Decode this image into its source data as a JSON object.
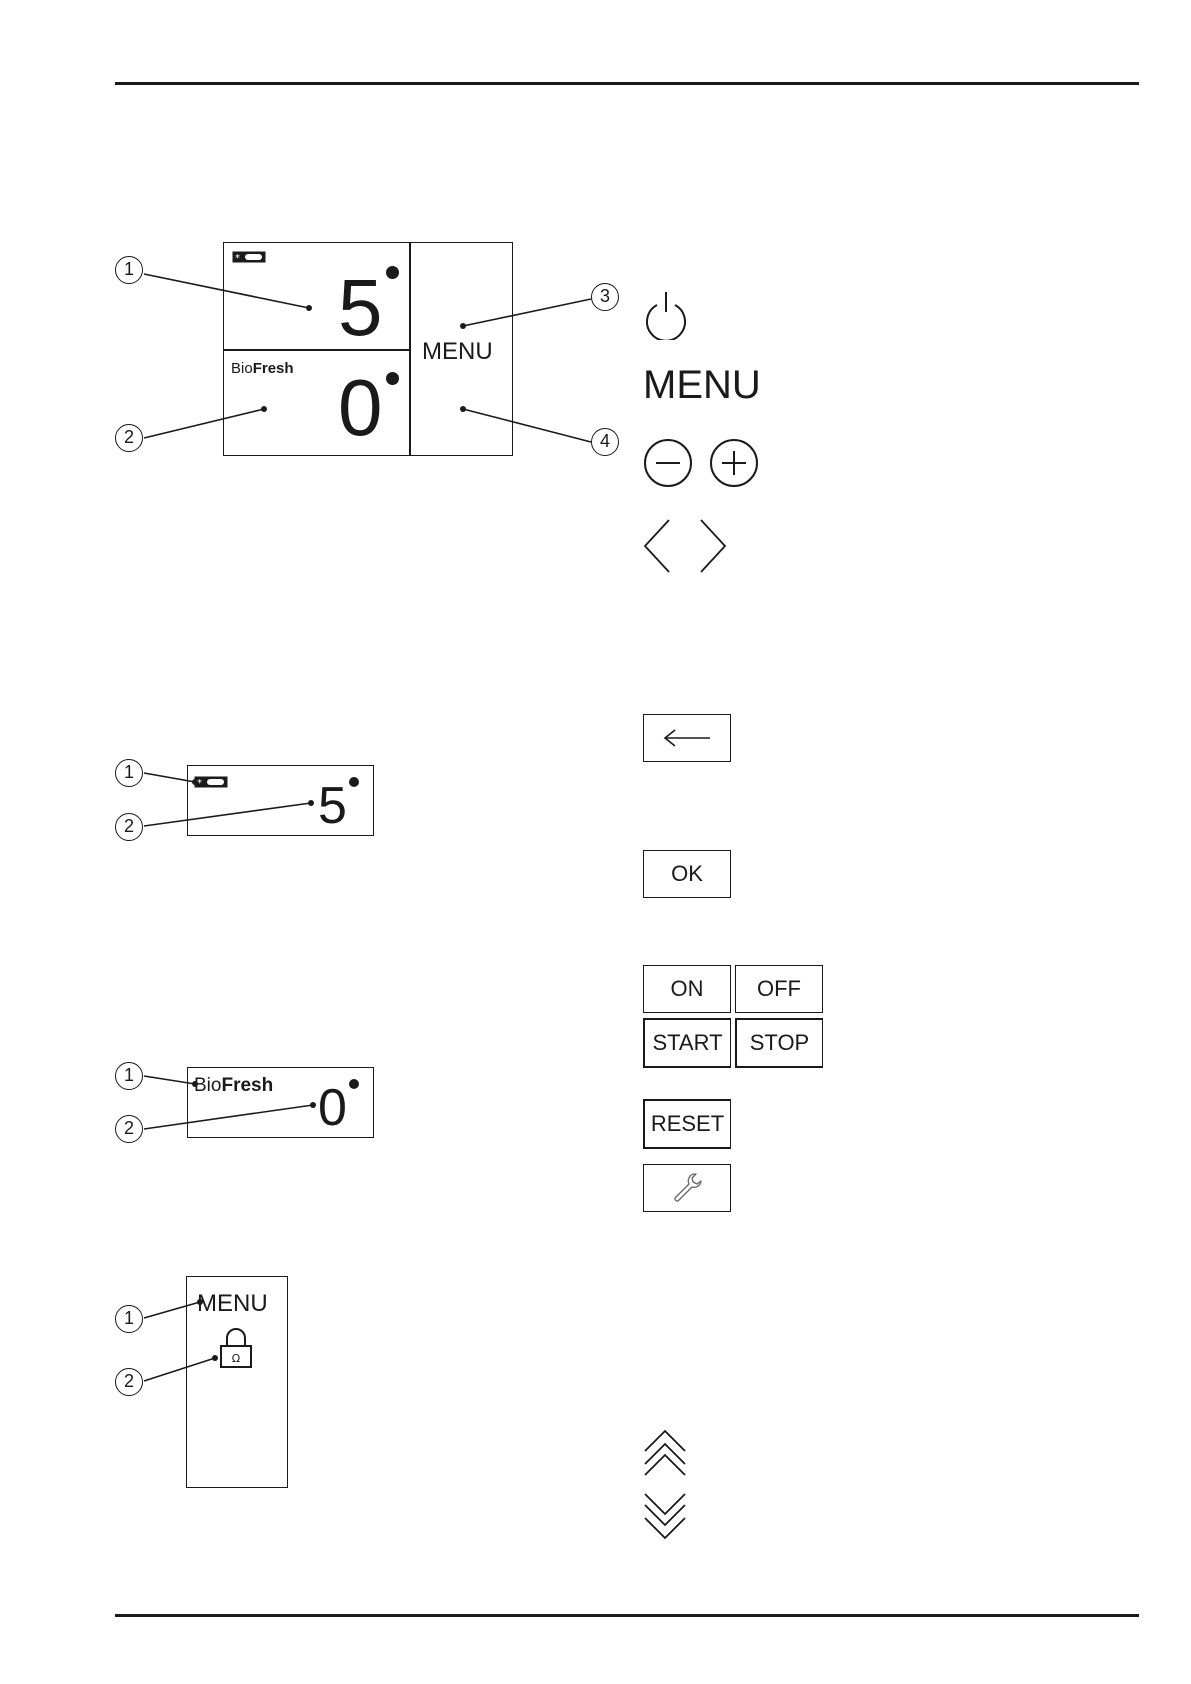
{
  "main_display": {
    "fridge_temp": "5",
    "biofresh_temp": "0",
    "menu_label": "MENU",
    "biofresh_prefix": "Bio",
    "biofresh_suffix": "Fresh",
    "callouts": [
      "1",
      "2",
      "3",
      "4"
    ]
  },
  "fridge_display": {
    "temp": "5",
    "callouts": [
      "1",
      "2"
    ]
  },
  "biofresh_display": {
    "prefix": "Bio",
    "suffix": "Fresh",
    "temp": "0",
    "callouts": [
      "1",
      "2"
    ]
  },
  "menu_display": {
    "label": "MENU",
    "callouts": [
      "1",
      "2"
    ]
  },
  "symbols": {
    "menu_text": "MENU",
    "ok": "OK",
    "on": "ON",
    "off": "OFF",
    "start": "START",
    "stop": "STOP",
    "reset": "RESET"
  },
  "icons": [
    "power-icon",
    "minus-icon",
    "plus-icon",
    "chevron-left-icon",
    "chevron-right-icon",
    "back-arrow-icon",
    "wrench-icon",
    "double-chevron-up-icon",
    "double-chevron-down-icon",
    "lock-icon",
    "fridge-snowflake-icon"
  ],
  "colors": {
    "ink": "#1a1a1a",
    "background": "#ffffff"
  }
}
